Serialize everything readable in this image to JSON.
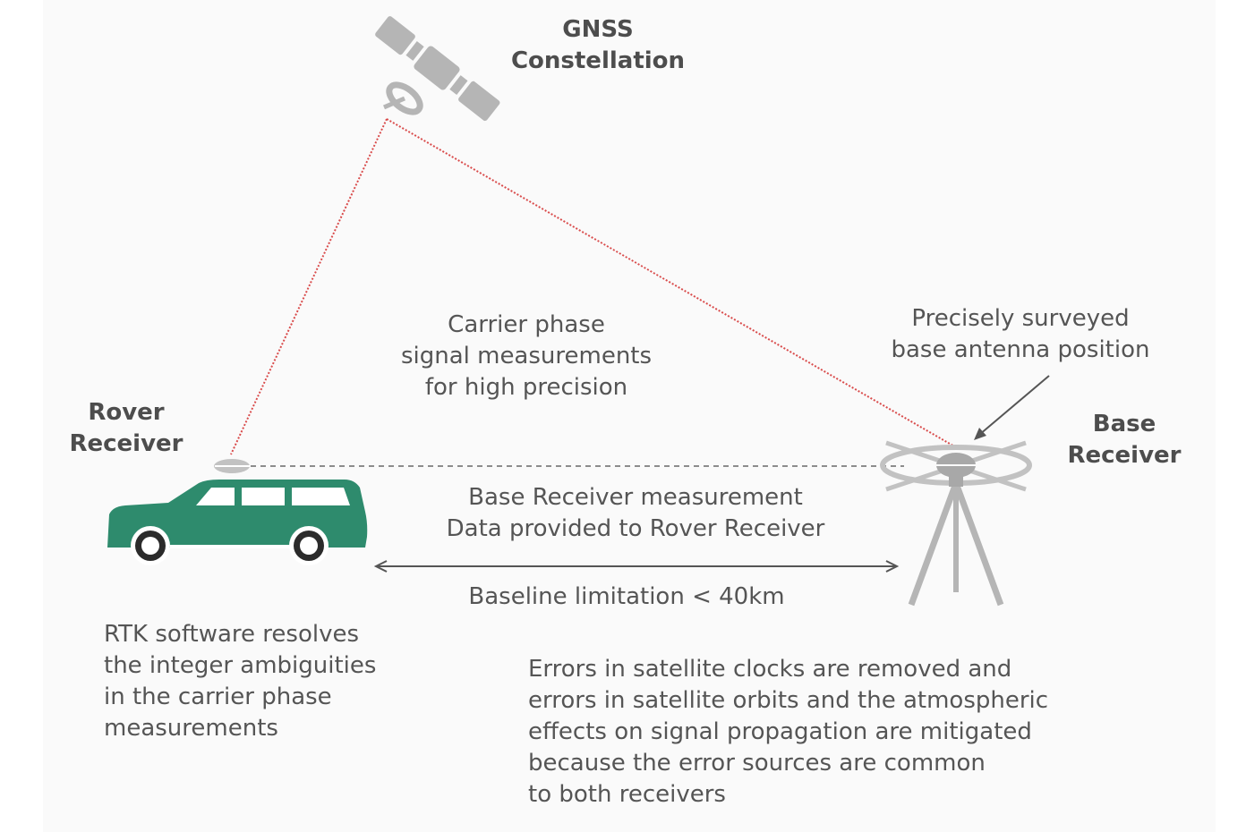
{
  "satellite": {
    "title": [
      "GNSS",
      "Constellation"
    ]
  },
  "rover": {
    "title": [
      "Rover",
      "Receiver"
    ]
  },
  "base": {
    "title": [
      "Base",
      "Receiver"
    ]
  },
  "carrier_phase_text": [
    "Carrier phase",
    "signal measurements",
    "for high precision"
  ],
  "surveyed_text": [
    "Precisely surveyed",
    "base antenna position"
  ],
  "data_link_text": [
    "Base Receiver measurement",
    "Data provided to Rover Receiver"
  ],
  "baseline_text": "Baseline limitation < 40km",
  "rtk_text": [
    "RTK software resolves",
    "the integer ambiguities",
    "in the carrier phase",
    "measurements"
  ],
  "errors_text": [
    "Errors in satellite clocks are removed and",
    "errors in satellite orbits and the atmospheric",
    "effects on signal propagation are mitigated",
    "because the error sources are common",
    "to both receivers"
  ],
  "colors": {
    "signal": "#d94b4b",
    "car": "#2e8b6d",
    "equipment": "#b5b5b5",
    "text": "#555555",
    "dashed_link": "#8c8c8c"
  },
  "icons": [
    "satellite-icon",
    "car-icon",
    "rover-antenna-icon",
    "base-antenna-tripod-icon"
  ]
}
